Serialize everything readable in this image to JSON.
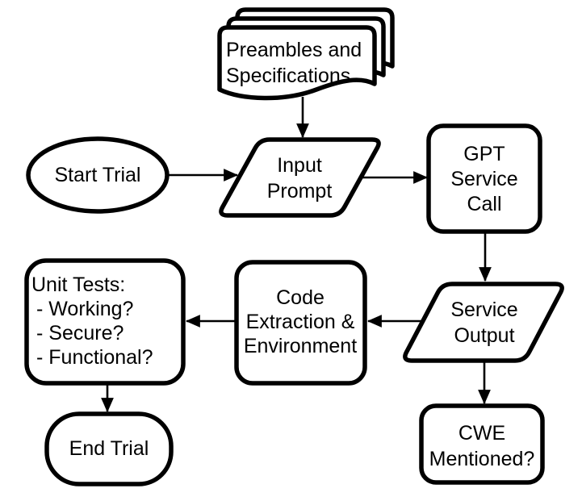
{
  "diagram": {
    "type": "flowchart",
    "background": "#ffffff",
    "shape_fill": "#ffffff",
    "stroke_color": "#000000",
    "text_color": "#000000",
    "nodes": [
      {
        "id": "preambles-documents",
        "shape": "multi-document",
        "lines": [
          "Preambles and",
          "Specifications"
        ]
      },
      {
        "id": "start-trial",
        "shape": "ellipse",
        "lines": [
          "Start Trial"
        ]
      },
      {
        "id": "input-prompt",
        "shape": "parallelogram",
        "lines": [
          "Input",
          "Prompt"
        ]
      },
      {
        "id": "gpt-service-call",
        "shape": "rounded-rect",
        "lines": [
          "GPT",
          "Service",
          "Call"
        ]
      },
      {
        "id": "service-output",
        "shape": "parallelogram",
        "lines": [
          "Service",
          "Output"
        ]
      },
      {
        "id": "cwe-mentioned",
        "shape": "rounded-rect",
        "lines": [
          "CWE",
          "Mentioned?"
        ]
      },
      {
        "id": "code-extraction",
        "shape": "rounded-rect",
        "lines": [
          "Code",
          "Extraction &",
          "Environment"
        ]
      },
      {
        "id": "unit-tests",
        "shape": "rounded-rect",
        "lines": [
          "Unit Tests:",
          "- Working?",
          "- Secure?",
          "- Functional?"
        ]
      },
      {
        "id": "end-trial",
        "shape": "stadium",
        "lines": [
          "End Trial"
        ]
      }
    ],
    "edges": [
      {
        "from": "preambles-documents",
        "to": "input-prompt"
      },
      {
        "from": "start-trial",
        "to": "input-prompt"
      },
      {
        "from": "input-prompt",
        "to": "gpt-service-call"
      },
      {
        "from": "gpt-service-call",
        "to": "service-output"
      },
      {
        "from": "service-output",
        "to": "code-extraction"
      },
      {
        "from": "service-output",
        "to": "cwe-mentioned"
      },
      {
        "from": "code-extraction",
        "to": "unit-tests"
      },
      {
        "from": "unit-tests",
        "to": "end-trial"
      }
    ]
  }
}
